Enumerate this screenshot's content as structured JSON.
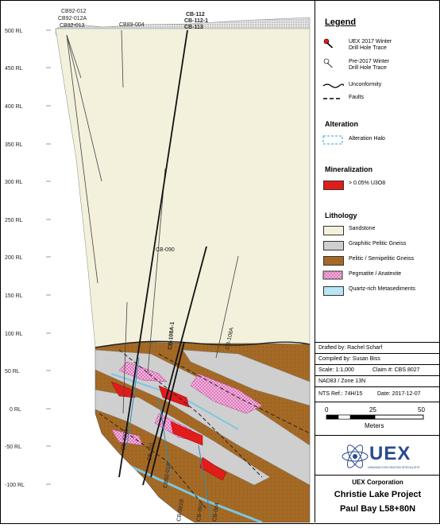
{
  "axis": {
    "unit": "RL",
    "ticks": [
      "500 RL",
      "450 RL",
      "400 RL",
      "350 RL",
      "300 RL",
      "250 RL",
      "200 RL",
      "150 RL",
      "100 RL",
      "50 RL",
      "0 RL",
      "-50 RL",
      "-100 RL"
    ]
  },
  "holes": {
    "cb92_012": "CB92-012",
    "cb92_012a": "CB92-012A",
    "cb92_013": "CB92-013",
    "cb89_004": "CB89-004",
    "cb112": "CB-112",
    "cb112_1": "CB-112-1",
    "cb113": "CB-113",
    "cb090": "CB-090",
    "cb108a1": "CB-108A-1",
    "cb108a": "CB-108A",
    "cb4001": "CB-4001",
    "cb101": "CB-101",
    "cb092_018": "CB92-018",
    "cb091b": "CB-091B",
    "cb091": "CB-091",
    "cb084": "CB-084"
  },
  "legend": {
    "title": "Legend",
    "uex_trace": "UEX 2017 Winter Drill Hole Trace",
    "uex_trace_1": "UEX 2017 Winter",
    "uex_trace_2": "Drill Hole Trace",
    "pre_trace_1": "Pre-2017 Winter",
    "pre_trace_2": "Drill Hole Trace",
    "unconformity": "Unconformity",
    "faults": "Faults",
    "alteration_title": "Alteration",
    "alteration_halo": "Alteration Halo",
    "mineralization_title": "Mineralization",
    "mineral_label": "> 0.05% U3O8",
    "lithology_title": "Lithology",
    "lithology": [
      {
        "label": "Sandstone",
        "color": "#f3f0dc"
      },
      {
        "label": "Graphitic Pelitic Gneiss",
        "color": "#cfcfcf"
      },
      {
        "label": "Pelitic / Semipelitic Gneiss",
        "color": "#a46a25"
      },
      {
        "label": "Pegmatite / Anatexite",
        "color": "#f3b7e0"
      },
      {
        "label": "Quartz-rich Metasediments",
        "color": "#b9e4f3"
      }
    ]
  },
  "title_block": {
    "drafted": "Drafted by:   Rachel Scharf",
    "compiled": "Compiled by:   Susan Biss",
    "scale": "Scale:  1:1,000",
    "claim": "Claim #:   CBS 8027",
    "datum": "NAD83 / Zone 13N",
    "nts": "NTS Ref.:   74H/15",
    "date": "Date:  2017-12-07"
  },
  "scalebar": {
    "t0": "0",
    "t1": "25",
    "t2": "50",
    "unit": "Meters"
  },
  "logo": {
    "name": "UEX",
    "tagline": "URANIUM EXPLORATION SPECIALISTS"
  },
  "company": "UEX Corporation",
  "project": "Christie Lake Project",
  "section": "Paul Bay L58+80N",
  "colors": {
    "sandstone": "#f3f0dc",
    "basement": "#a46a25",
    "graphitic": "#cfcfcf",
    "pegmatite": "#f3b7e0",
    "quartz": "#b9e4f3",
    "mineral": "#e21b1b",
    "cover": "#dcdcdc",
    "uex_pin": "#e21b1b"
  }
}
